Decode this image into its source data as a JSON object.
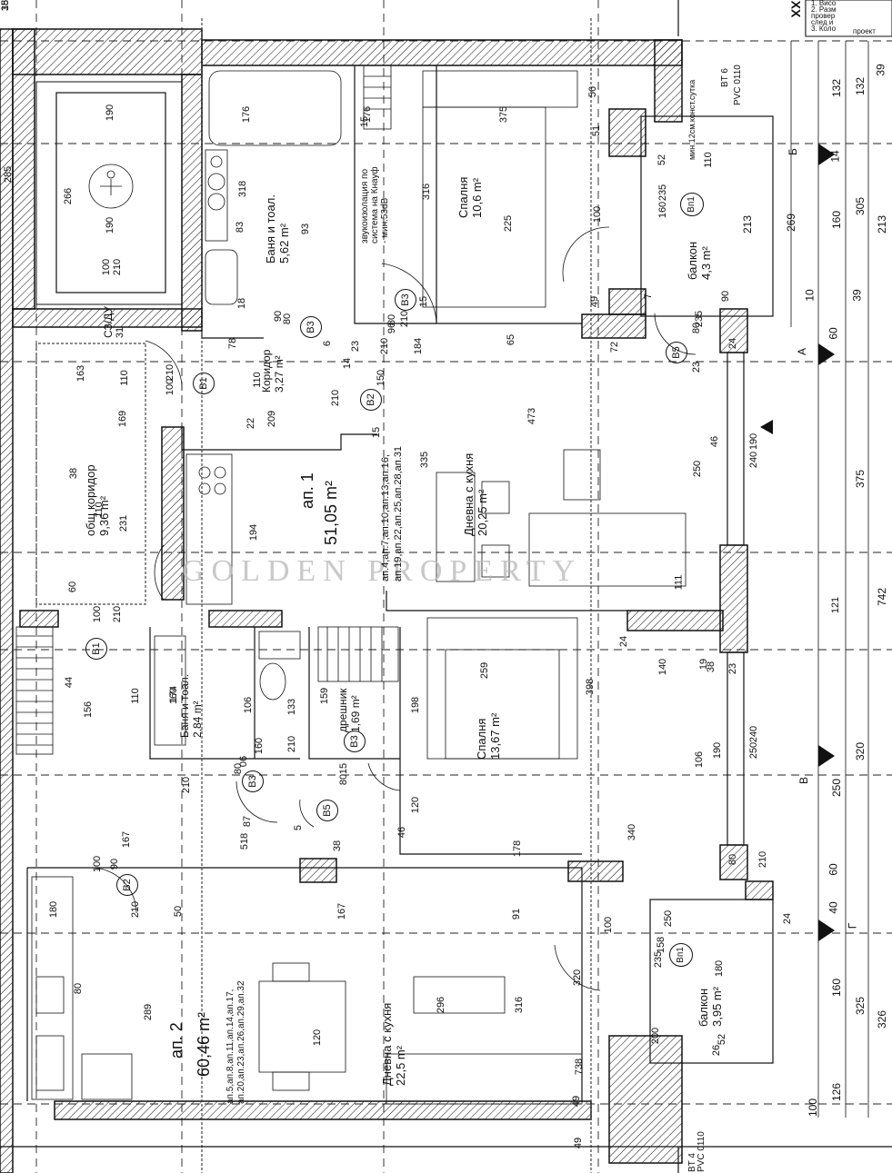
{
  "watermark": "GOLDEN PROPERTY",
  "corner_notes": [
    "1. Висо",
    "2. Разм",
    "провер",
    "след и",
    "3. Коло",
    "проект"
  ],
  "title_fragment": "XX",
  "apartments": [
    {
      "name": "ап. 1",
      "area": "51,05 m²",
      "refs": [
        "ап.4,ап.7,ап.10,ап.13,ап.16,",
        "ап.19,ап.22,ап.25,ап.28,ап.31"
      ]
    },
    {
      "name": "ап. 2",
      "area": "60,46 m²",
      "refs": [
        "ап.5,ап.8,ап.11,ап.14,ап.17,",
        "ап.20,ап.23,ап.26,ап.29,ап.32"
      ]
    }
  ],
  "rooms": [
    {
      "name": "Баня и тоал.",
      "area": "5,62 m²"
    },
    {
      "name": "Спалня",
      "area": "10,6 m²"
    },
    {
      "name": "балкон",
      "area": "4,3 m²"
    },
    {
      "name": "Коридор",
      "area": "3,27 m²"
    },
    {
      "name": "общ коридор",
      "area": "9,36 m²"
    },
    {
      "name": "Дневна с кухня",
      "area": "20,25 m²"
    },
    {
      "name": "Баня и тоал.",
      "area": "2,84 m²"
    },
    {
      "name": "дрешник",
      "area": "1,69 m²"
    },
    {
      "name": "Спалня",
      "area": "13,67 m²"
    },
    {
      "name": "Дневна с кухня",
      "area": "22,5 m²"
    },
    {
      "name": "балкон",
      "area": "3,95 m²"
    }
  ],
  "notes": {
    "sound": [
      "звукоизолация по",
      "система на Кнауф",
      "- мин.53dB"
    ],
    "pvc_top": "PVC 0110",
    "pvc_bottom": "PVC 0110",
    "bt_top": "BT 6",
    "bt_bottom": "BT 4",
    "konst": "мин.12см.конст.сутка",
    "sz": "СЗ/ДУ"
  },
  "door_tags": [
    "В1",
    "В2",
    "В3",
    "В3",
    "В5",
    "Вп1",
    "В1",
    "В3",
    "В3",
    "В2",
    "Вп1",
    "В5"
  ],
  "right_dims": [
    "39",
    "132",
    "305",
    "213",
    "39",
    "60",
    "375",
    "742",
    "320",
    "250",
    "60",
    "40",
    "325",
    "326",
    "160",
    "126",
    "100",
    "132",
    "160",
    "10",
    "14",
    "213",
    "269"
  ],
  "axis_labels": [
    "А",
    "Б",
    "В",
    "Г"
  ],
  "dims": [
    "190",
    "266",
    "190",
    "100",
    "210",
    "285",
    "176",
    "318",
    "83",
    "93",
    "18",
    "176",
    "15",
    "375",
    "316",
    "225",
    "56",
    "51",
    "52",
    "110",
    "235",
    "160",
    "100",
    "49",
    "15",
    "7",
    "90",
    "65",
    "184",
    "96",
    "80",
    "210",
    "90",
    "80",
    "210",
    "23",
    "6",
    "78",
    "72",
    "80",
    "235",
    "23",
    "24",
    "110",
    "210",
    "100",
    "163",
    "110",
    "150",
    "210",
    "14",
    "209",
    "169",
    "22",
    "15",
    "473",
    "335",
    "38",
    "110",
    "231",
    "60",
    "194",
    "250",
    "190",
    "240",
    "46",
    "111",
    "121",
    "100",
    "210",
    "31",
    "24",
    "19",
    "38",
    "140",
    "259",
    "398",
    "159",
    "198",
    "160",
    "106",
    "133",
    "44",
    "156",
    "110",
    "174",
    "160",
    "06",
    "80",
    "210",
    "15",
    "80",
    "210",
    "87",
    "120",
    "106",
    "250",
    "240",
    "190",
    "46",
    "340",
    "178",
    "518",
    "167",
    "100",
    "90",
    "210",
    "100",
    "50",
    "167",
    "91",
    "250",
    "158",
    "235",
    "180",
    "80",
    "289",
    "296",
    "316",
    "320",
    "180",
    "200",
    "52",
    "26",
    "120",
    "738",
    "49",
    "49",
    "38",
    "5",
    "80",
    "210",
    "24",
    "23",
    "15",
    "38"
  ]
}
